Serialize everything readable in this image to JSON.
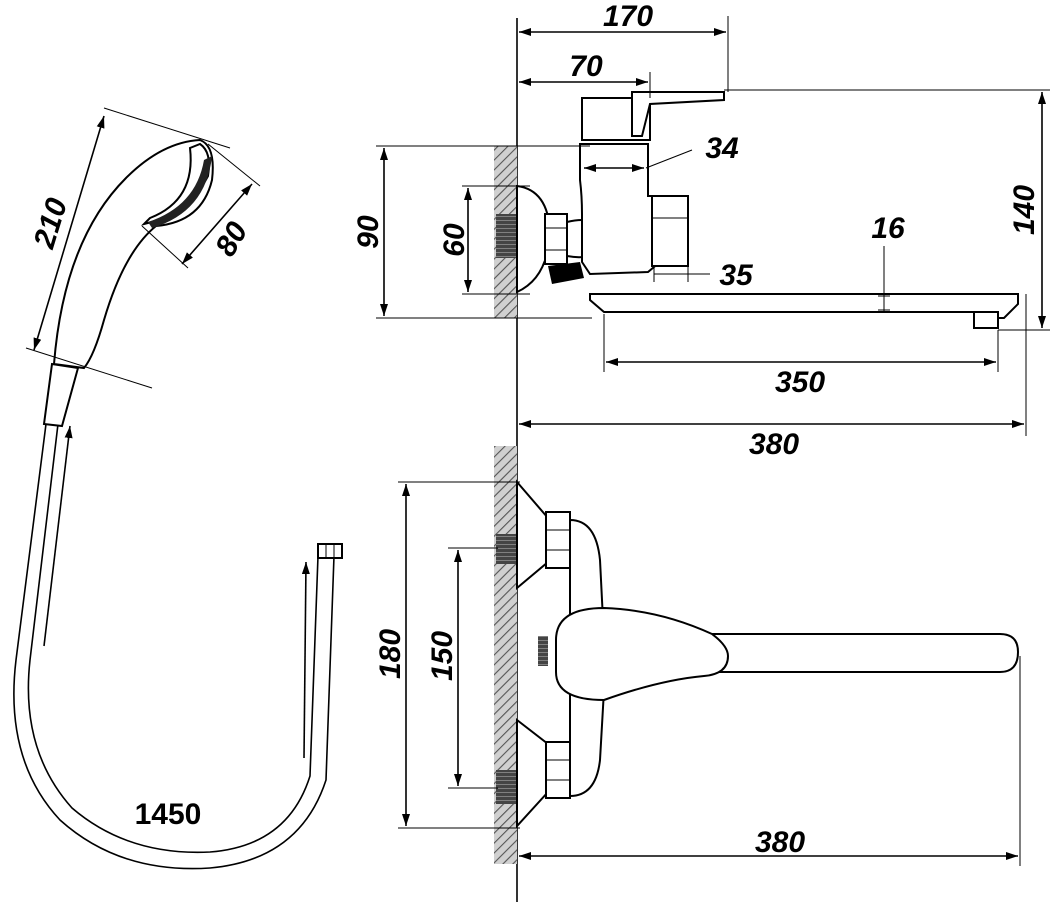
{
  "colors": {
    "line": "#000000",
    "background": "#ffffff",
    "hatch": "#6a6a6a"
  },
  "side_view": {
    "overall_width": "170",
    "mixer_offset": "70",
    "lever_gap": "34",
    "body_height": "90",
    "eccentric_height": "60",
    "outlet_height": "140",
    "spout_thickness": "16",
    "inlet_size": "35",
    "spout_length": "350",
    "total_reach": "380"
  },
  "top_view": {
    "bracket_height": "180",
    "connection_spacing": "150",
    "reach": "380"
  },
  "shower_set": {
    "head_length": "210",
    "head_diameter": "80",
    "hose_length": "1450"
  }
}
